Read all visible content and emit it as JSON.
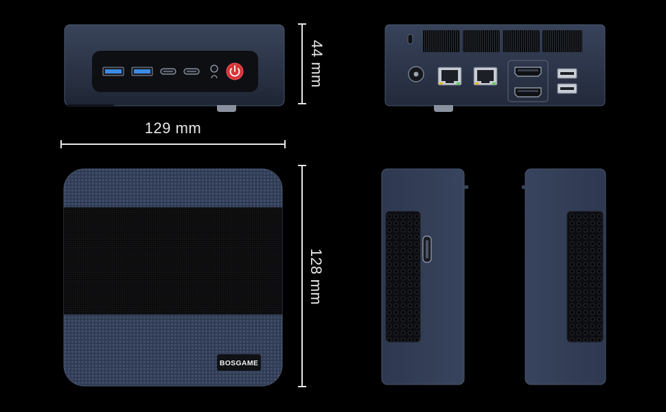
{
  "dimensions": {
    "height": "44 mm",
    "width": "129 mm",
    "depth": "128 mm"
  },
  "brand": {
    "logo_text": "BOSGAME"
  },
  "colors": {
    "background": "#000000",
    "chassis": "#2b3446",
    "chassis_dark": "#1b2130",
    "panel": "#101114",
    "usb_blue": "#3d8be8",
    "power_red": "#d8343a"
  },
  "views": {
    "front": {
      "ports": [
        "usb-a-icon",
        "usb-a-icon",
        "usb-c-icon",
        "usb-c-icon",
        "audio-jack-icon",
        "power-button-icon"
      ]
    },
    "rear": {
      "ports": [
        "dc-in-icon",
        "ethernet-icon",
        "ethernet-icon",
        "hdmi-icon",
        "hdmi-icon",
        "usb-a-icon",
        "usb-a-icon"
      ]
    },
    "top": {
      "icons": [
        "logo-badge"
      ]
    },
    "sides": {
      "icons": [
        "hex-vent-icon",
        "usb-c-icon"
      ]
    }
  }
}
